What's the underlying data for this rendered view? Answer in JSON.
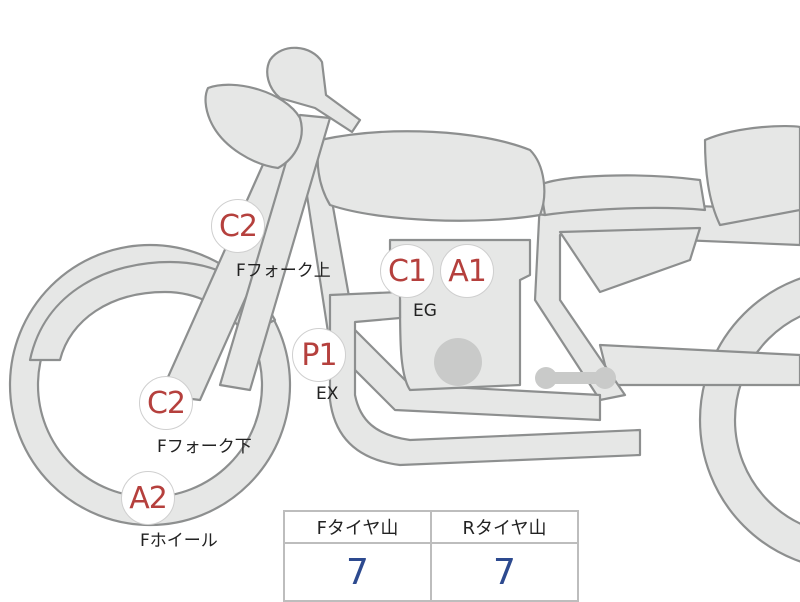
{
  "markers": {
    "fork_upper": {
      "code": "C2",
      "label": "Fフォーク上"
    },
    "engine_c": {
      "code": "C1"
    },
    "engine_a": {
      "code": "A1"
    },
    "engine_label": "EG",
    "exhaust": {
      "code": "P1",
      "label": "EX"
    },
    "fork_lower": {
      "code": "C2",
      "label": "Fフォーク下"
    },
    "front_wheel": {
      "code": "A2",
      "label": "Fホイール"
    }
  },
  "tire_table": {
    "headers": [
      "Fタイヤ山",
      "Rタイヤ山"
    ],
    "values": [
      "7",
      "7"
    ]
  },
  "colors": {
    "marker_text": "#b5403d",
    "value_text": "#2d4a8f",
    "bike_fill": "#e6e7e6",
    "bike_outline": "#8d8f8f"
  }
}
